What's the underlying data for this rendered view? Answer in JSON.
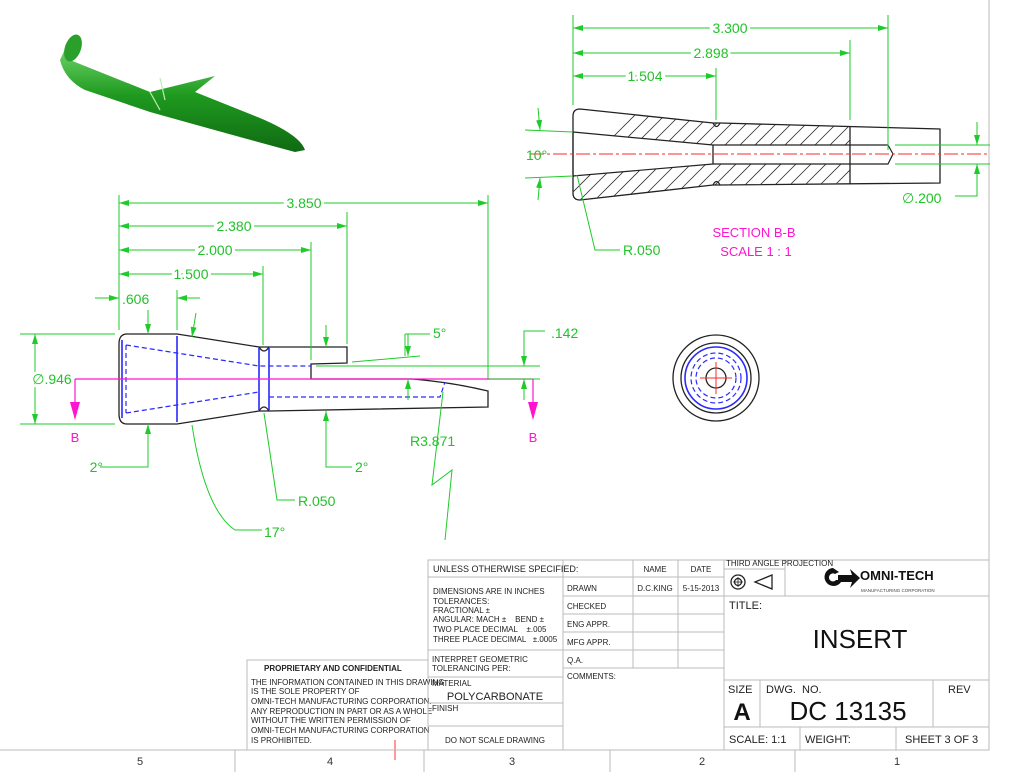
{
  "main_view": {
    "dims": {
      "d3850": "3.850",
      "d2380": "2.380",
      "d2000": "2.000",
      "d1500": "1.500",
      "d606": ".606",
      "dia946": "∅.946",
      "d142": ".142",
      "a5": "5°",
      "a2_left": "2°",
      "a2_right": "2°",
      "a17": "17°",
      "r050": "R.050",
      "r3871": "R3.871"
    },
    "section_marker_left": "B",
    "section_marker_right": "B"
  },
  "section_view": {
    "dims": {
      "d3300": "3.300",
      "d2898": "2.898",
      "d1504": "1.504",
      "a10": "10°",
      "dia200": "∅.200",
      "r050": "R.050"
    },
    "label": "SECTION B-B",
    "scale": "SCALE 1 : 1"
  },
  "zones": [
    "5",
    "4",
    "3",
    "2",
    "1"
  ],
  "proprietary": {
    "heading": "PROPRIETARY AND CONFIDENTIAL",
    "lines": [
      "THE INFORMATION CONTAINED IN THIS DRAWING",
      "IS THE SOLE PROPERTY OF",
      "OMNI-TECH MANUFACTURING CORPORATION.",
      "ANY REPRODUCTION IN PART OR AS A WHOLE",
      "WITHOUT THE WRITTEN PERMISSION OF",
      "OMNI-TECH MANUFACTURING CORPORATION",
      "IS PROHIBITED."
    ]
  },
  "title_block": {
    "unless": "UNLESS OTHERWISE SPECIFIED:",
    "tolerances": [
      "DIMENSIONS ARE IN INCHES",
      "TOLERANCES:",
      "FRACTIONAL ±",
      "ANGULAR: MACH ±    BEND ±",
      "TWO PLACE DECIMAL    ±.005",
      "THREE PLACE DECIMAL   ±.0005"
    ],
    "interpret": [
      "INTERPRET GEOMETRIC",
      "TOLERANCING PER:"
    ],
    "material_label": "MATERIAL",
    "material": "POLYCARBONATE",
    "finish_label": "FINISH",
    "do_not_scale": "DO NOT SCALE DRAWING",
    "name_header": "NAME",
    "date_header": "DATE",
    "rows": [
      "DRAWN",
      "CHECKED",
      "ENG APPR.",
      "MFG APPR.",
      "Q.A."
    ],
    "drawn_name": "D.C.KING",
    "drawn_date": "5-15-2013",
    "comments": "COMMENTS:",
    "projection": "THIRD ANGLE PROJECTION",
    "company": "OMNI-TECH",
    "company_sub": "MANUFACTURING CORPORATION",
    "title_label": "TITLE:",
    "title": "INSERT",
    "size_label": "SIZE",
    "size": "A",
    "dwg_label": "DWG.  NO.",
    "dwg_no": "DC 13135",
    "rev_label": "REV",
    "scale": "SCALE: 1:1",
    "weight": "WEIGHT:",
    "sheet": "SHEET 3 OF 3"
  }
}
